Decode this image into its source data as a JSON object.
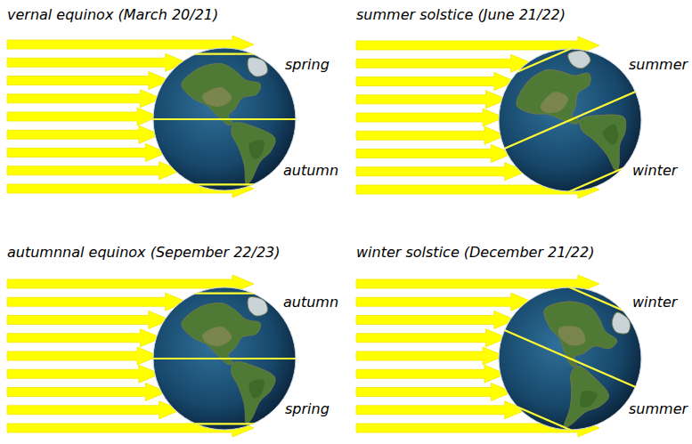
{
  "diagram": {
    "labels": [
      "vernal equinox (March 20/21)",
      "spring",
      "autumn",
      "summer solstice (June 21/22)",
      "summer",
      "winter",
      "autumnnal equinox (Sepember 22/23)",
      "autumn",
      "spring",
      "winter solstice (December 21/22)",
      "winter",
      "summer"
    ]
  }
}
